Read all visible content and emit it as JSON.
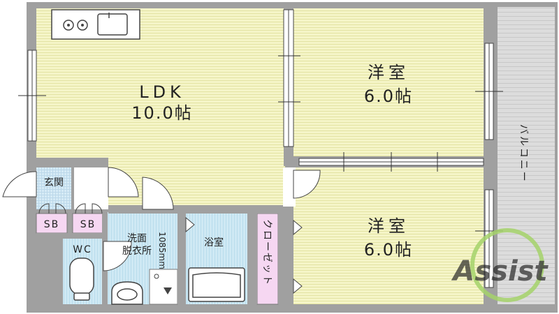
{
  "rooms": {
    "ldk": {
      "name": "LDK",
      "size": "10.0帖"
    },
    "western1": {
      "name": "洋室",
      "size": "6.0帖"
    },
    "western2": {
      "name": "洋室",
      "size": "6.0帖"
    },
    "entrance": "玄関",
    "sb1": "SB",
    "sb2": "SB",
    "wc": "WC",
    "washroom": "洗面\n脱衣所",
    "bath": "浴室",
    "closet": "クローゼット",
    "balcony": "バルコニー",
    "washer_dim": "1085mm"
  },
  "watermark": {
    "text": "Assist"
  },
  "colors": {
    "room_floor": "#f4f4c4",
    "room_stripe": "#e6e6a8",
    "wet_area": "#cfe9f4",
    "closet": "#f6d7f2",
    "wall": "#9a9a9a",
    "balcony": "#d9d9d9",
    "watermark": "#8bc34a"
  }
}
